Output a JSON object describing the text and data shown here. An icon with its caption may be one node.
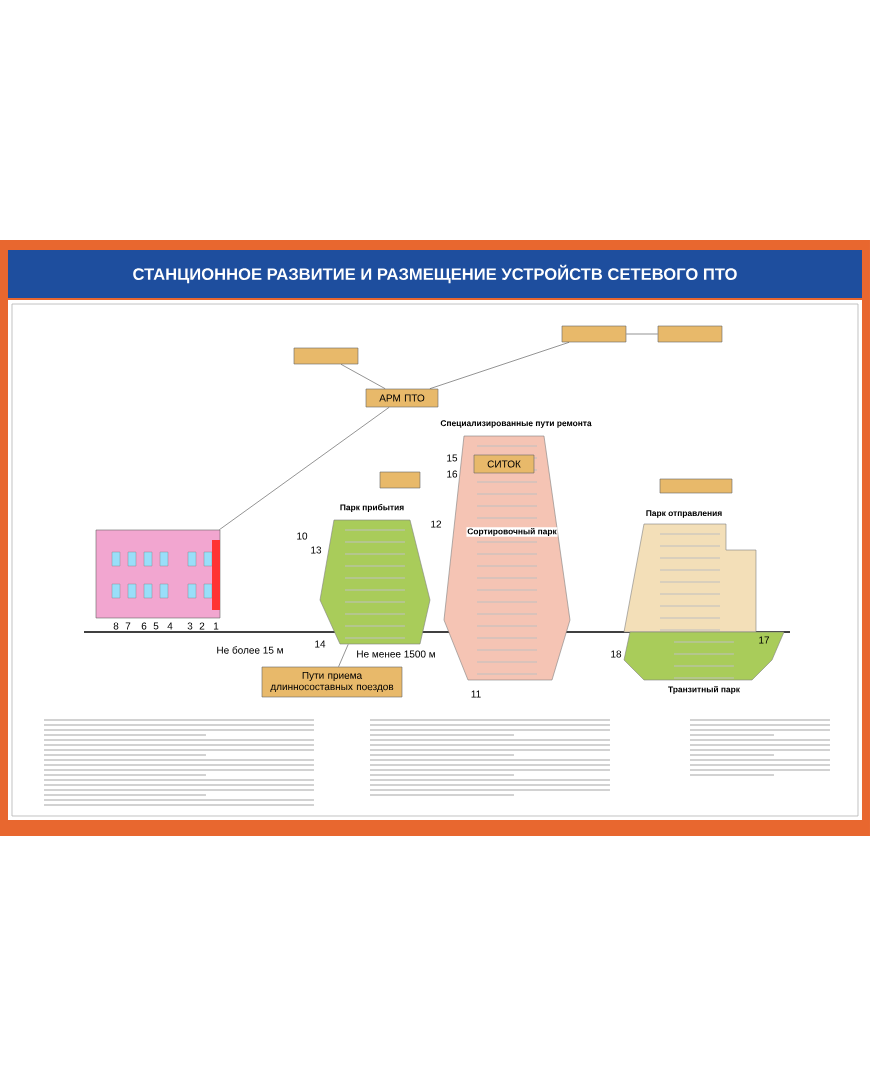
{
  "diagram": {
    "title": "СТАНЦИОННОЕ РАЗВИТИЕ И РАЗМЕЩЕНИЕ УСТРОЙСТВ СЕТЕВОГО ПТО",
    "nodes": [
      {
        "text": [
          "АРМ ПТО"
        ]
      },
      {
        "text": [
          "Парк прибытия"
        ]
      },
      {
        "text": [
          "Специализированные пути ремонта",
          "Сортировочный парк"
        ]
      },
      {
        "text": [
          "Парк отправления"
        ]
      },
      {
        "text": [
          "Транзитный парк"
        ]
      },
      {
        "text": [],
        "shape": "box"
      },
      {
        "text": [
          "СИТОК"
        ],
        "in": 2
      },
      {
        "text": [
          "Пути приема длинносоставных поездов"
        ]
      },
      {
        "text": [],
        "shape": "box"
      },
      {
        "text": [],
        "shape": "box"
      },
      {
        "text": [],
        "shape": "box"
      },
      {
        "text": [],
        "shape": "box"
      },
      {
        "text": [],
        "shape": "box"
      }
    ],
    "edges": [
      {
        "from": 8,
        "to": 0,
        "arrow": "none"
      },
      {
        "from": 0,
        "to": 9,
        "arrow": "none"
      },
      {
        "from": 9,
        "to": 10,
        "arrow": "none"
      },
      {
        "from": 5,
        "to": 0,
        "arrow": "none"
      },
      {
        "from": 7,
        "to": 1,
        "arrow": "none"
      }
    ],
    "labels": [
      "8",
      "7",
      "6",
      "5",
      "4",
      "3",
      "2",
      "1",
      "10",
      "13",
      "12",
      "15",
      "16",
      "11",
      "14",
      "17",
      "18",
      "Не более 15 м",
      "Не менее 1500 м"
    ]
  }
}
